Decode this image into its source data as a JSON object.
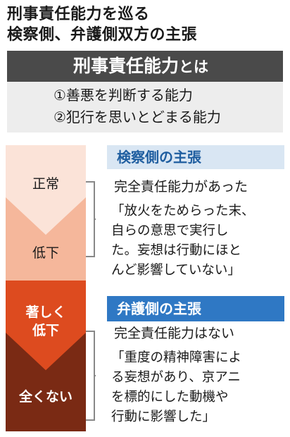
{
  "title": {
    "line1": "刑事責任能力を巡る",
    "line2": "検察側、弁護側双方の主張"
  },
  "definition": {
    "heading": "刑事責任能力",
    "heading_suffix": "とは",
    "items": [
      "①善悪を判断する能力",
      "②犯行を思いとどまる能力"
    ]
  },
  "scale": {
    "levels": [
      {
        "label_lines": [
          "正常"
        ],
        "color": "#fbe3d8"
      },
      {
        "label_lines": [
          "低下"
        ],
        "color": "#f5b79b"
      },
      {
        "label_lines": [
          "著しく",
          "低下"
        ],
        "color": "#dd4b1f"
      },
      {
        "label_lines": [
          "全くない"
        ],
        "color": "#7a2a14"
      }
    ]
  },
  "prosecution": {
    "heading": "検察側の主張",
    "claim": "完全責任能力があった",
    "quote_lines": [
      "「放火をためらった末、",
      "自らの意思で実行し",
      "た。妄想は行動にほと",
      "んど影響していない」"
    ],
    "accent_color": "#1f5ea0"
  },
  "defense": {
    "heading": "弁護側の主張",
    "claim": "完全責任能力はない",
    "quote_lines": [
      "「重度の精神障害によ",
      "る妄想があり、京アニ",
      "を標的にした動機や",
      "行動に影響した」"
    ],
    "accent_color": "#2f78c4"
  }
}
